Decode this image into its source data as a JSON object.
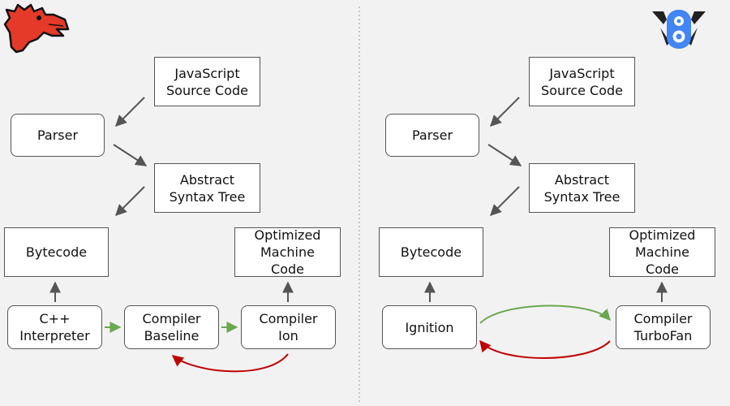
{
  "colors": {
    "background": "#f2f2f2",
    "gray_arrow": "#555555",
    "green_arrow": "#6aa84f",
    "red_arrow": "#c00000",
    "mozilla_red": "#e53929",
    "v8_blue": "#4285f4",
    "v8_dark": "#222222"
  },
  "left": {
    "logo": "mozilla-dino-icon",
    "js_source": "JavaScript\nSource Code",
    "parser": "Parser",
    "ast": "Abstract\nSyntax Tree",
    "bytecode": "Bytecode",
    "optimized": "Optimized\nMachine\nCode",
    "interpreter": "C++\nInterpreter",
    "baseline": "Compiler\nBaseline",
    "ion": "Compiler\nIon"
  },
  "right": {
    "logo": "v8-icon",
    "js_source": "JavaScript\nSource Code",
    "parser": "Parser",
    "ast": "Abstract\nSyntax Tree",
    "bytecode": "Bytecode",
    "optimized": "Optimized\nMachine\nCode",
    "ignition": "Ignition",
    "turbofan": "Compiler\nTurboFan"
  }
}
